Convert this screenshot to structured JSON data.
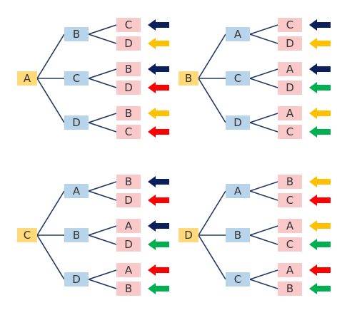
{
  "colors": {
    "root": "#ffd97a",
    "mid": "#b8d4ea",
    "leaf": "#f9c8c8",
    "line": "#1f3864",
    "arrow_navy": "#0b1f5c",
    "arrow_yellow": "#ffc000",
    "arrow_red": "#ff0000",
    "arrow_green": "#00b050"
  },
  "trees": [
    {
      "root": "A",
      "branches": [
        {
          "label": "B",
          "leaves": [
            {
              "label": "C",
              "arrow": "navy"
            },
            {
              "label": "D",
              "arrow": "yellow"
            }
          ]
        },
        {
          "label": "C",
          "leaves": [
            {
              "label": "B",
              "arrow": "navy"
            },
            {
              "label": "D",
              "arrow": "red"
            }
          ]
        },
        {
          "label": "D",
          "leaves": [
            {
              "label": "B",
              "arrow": "yellow"
            },
            {
              "label": "C",
              "arrow": "red"
            }
          ]
        }
      ]
    },
    {
      "root": "B",
      "branches": [
        {
          "label": "A",
          "leaves": [
            {
              "label": "C",
              "arrow": "navy"
            },
            {
              "label": "D",
              "arrow": "yellow"
            }
          ]
        },
        {
          "label": "C",
          "leaves": [
            {
              "label": "A",
              "arrow": "navy"
            },
            {
              "label": "D",
              "arrow": "green"
            }
          ]
        },
        {
          "label": "D",
          "leaves": [
            {
              "label": "A",
              "arrow": "yellow"
            },
            {
              "label": "C",
              "arrow": "green"
            }
          ]
        }
      ]
    },
    {
      "root": "C",
      "branches": [
        {
          "label": "A",
          "leaves": [
            {
              "label": "B",
              "arrow": "navy"
            },
            {
              "label": "D",
              "arrow": "red"
            }
          ]
        },
        {
          "label": "B",
          "leaves": [
            {
              "label": "A",
              "arrow": "navy"
            },
            {
              "label": "D",
              "arrow": "green"
            }
          ]
        },
        {
          "label": "D",
          "leaves": [
            {
              "label": "A",
              "arrow": "red"
            },
            {
              "label": "B",
              "arrow": "green"
            }
          ]
        }
      ]
    },
    {
      "root": "D",
      "branches": [
        {
          "label": "A",
          "leaves": [
            {
              "label": "B",
              "arrow": "yellow"
            },
            {
              "label": "C",
              "arrow": "red"
            }
          ]
        },
        {
          "label": "B",
          "leaves": [
            {
              "label": "A",
              "arrow": "yellow"
            },
            {
              "label": "C",
              "arrow": "green"
            }
          ]
        },
        {
          "label": "C",
          "leaves": [
            {
              "label": "A",
              "arrow": "red"
            },
            {
              "label": "B",
              "arrow": "green"
            }
          ]
        }
      ]
    }
  ]
}
